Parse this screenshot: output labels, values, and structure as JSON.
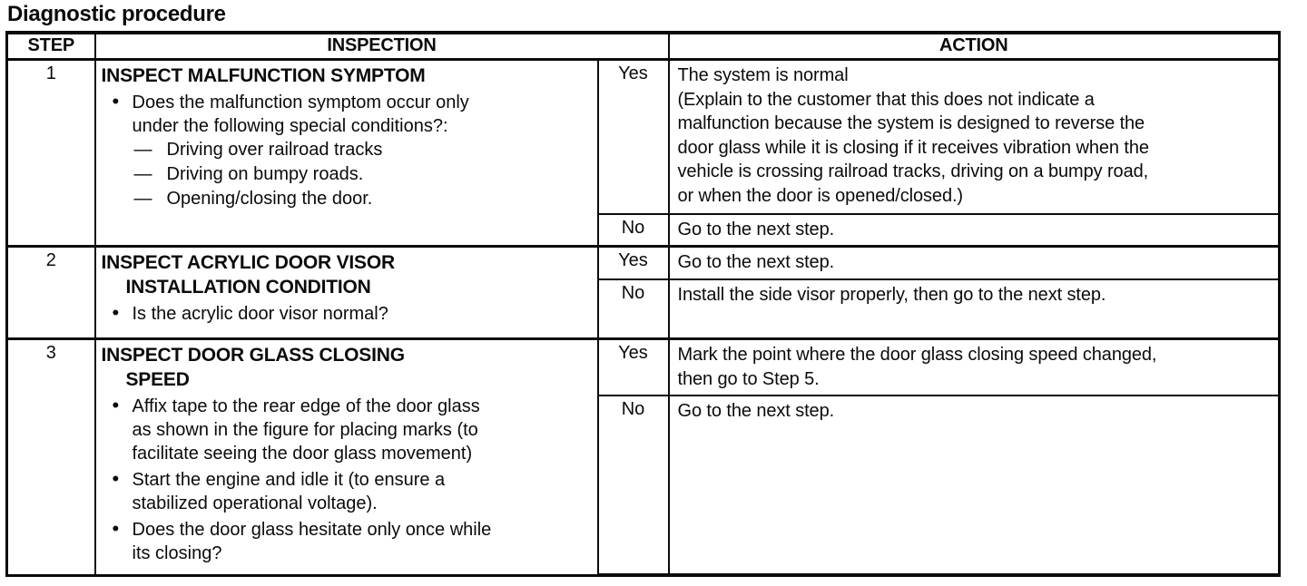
{
  "page_title": "Diagnostic procedure",
  "colors": {
    "ink": "#0b0b0b",
    "paper": "#ffffff"
  },
  "table": {
    "headers": {
      "step": "STEP",
      "inspection": "INSPECTION",
      "action": "ACTION"
    },
    "steps": [
      {
        "number": "1",
        "heading_lines": [
          "INSPECT MALFUNCTION SYMPTOM"
        ],
        "bullets": [
          {
            "text": "Does the malfunction symptom occur only\nunder the following special conditions?:",
            "subitems": [
              "Driving over railroad tracks",
              "Driving on bumpy roads.",
              "Opening/closing the door."
            ]
          }
        ],
        "branches": [
          {
            "label": "Yes",
            "action": "The system is normal\n(Explain to the customer that this does not indicate a\nmalfunction because the system is designed to reverse the\ndoor glass while it is closing if it receives vibration when the\nvehicle is crossing railroad tracks, driving on a bumpy road,\nor when the door is opened/closed.)"
          },
          {
            "label": "No",
            "action": "Go to the next step."
          }
        ]
      },
      {
        "number": "2",
        "heading_lines": [
          "INSPECT ACRYLIC DOOR VISOR",
          "INSTALLATION CONDITION"
        ],
        "bullets": [
          {
            "text": "Is the acrylic door visor normal?",
            "subitems": []
          }
        ],
        "branches": [
          {
            "label": "Yes",
            "action": "Go to the next step."
          },
          {
            "label": "No",
            "action": "Install the side visor properly, then go to the next step."
          }
        ]
      },
      {
        "number": "3",
        "heading_lines": [
          "INSPECT DOOR GLASS CLOSING",
          "SPEED"
        ],
        "bullets": [
          {
            "text": "Affix tape to the rear edge of the door glass\nas shown in the figure for placing marks (to\nfacilitate seeing the door glass movement)",
            "subitems": []
          },
          {
            "text": "Start the engine and idle it (to ensure a\nstabilized operational voltage).",
            "subitems": []
          },
          {
            "text": "Does the door glass hesitate only once while\nits closing?",
            "subitems": []
          }
        ],
        "branches": [
          {
            "label": "Yes",
            "action": "Mark the point where the door glass closing speed changed,\nthen go to Step 5."
          },
          {
            "label": "No",
            "action": "Go to the next step."
          }
        ]
      }
    ]
  }
}
